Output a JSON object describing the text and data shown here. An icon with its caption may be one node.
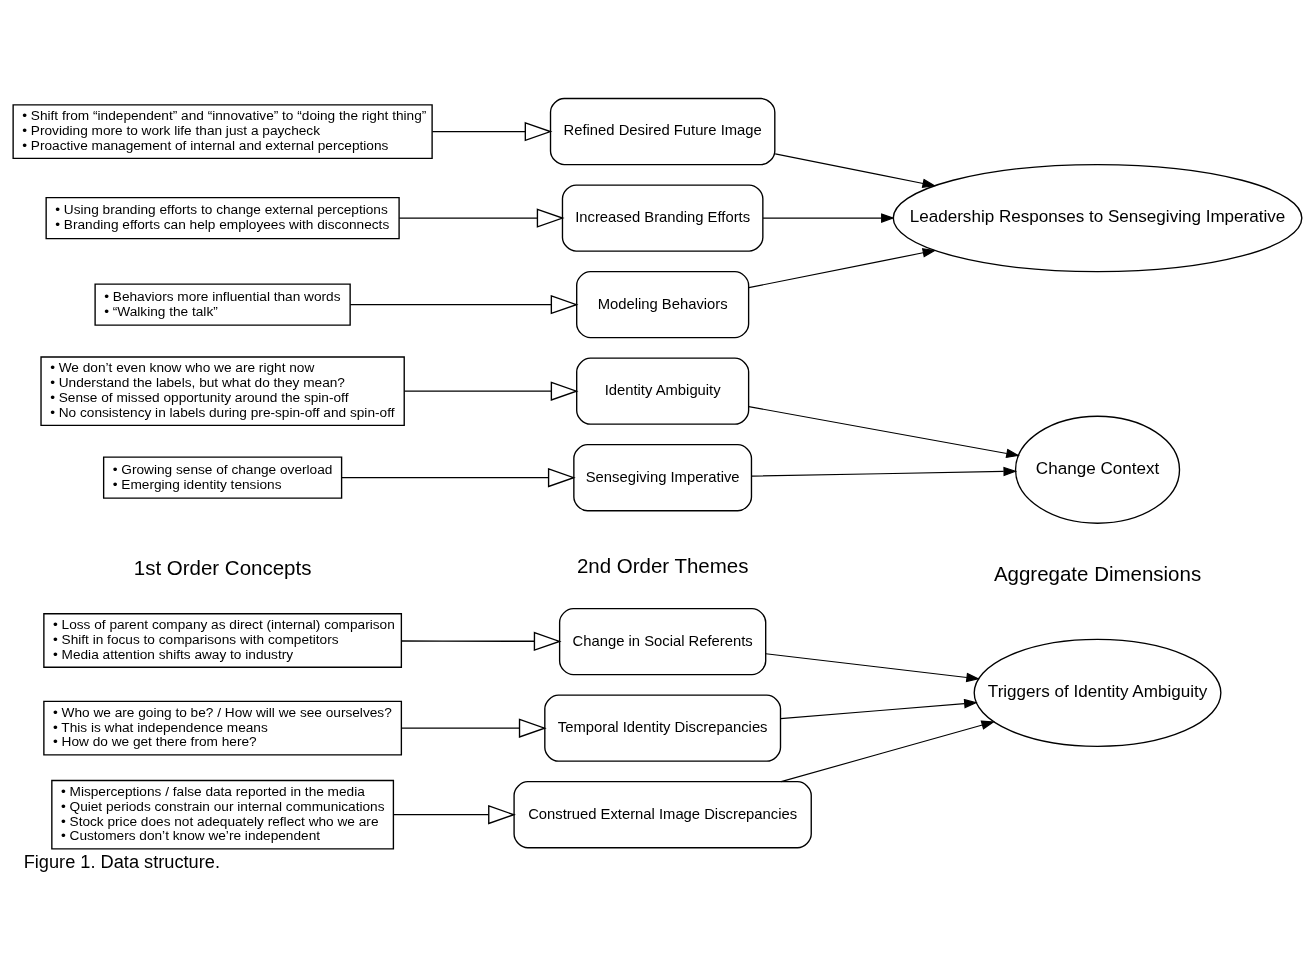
{
  "diagram": {
    "caption": "Figure 1. Data structure.",
    "nodes": [
      {
        "text": [
          "• Loss of parent company as direct (internal) comparison",
          "• Shift in focus to comparisons with competitors",
          "• Media attention shifts away to industry"
        ]
      },
      {
        "text": [
          "• Who we are going to be? / How will we see ourselves?",
          "• This is what independence means",
          "• How do we get there from here?"
        ]
      },
      {
        "text": [
          "• Misperceptions / false data reported in the media",
          "• Quiet periods constrain our internal communications",
          "• Stock price does not adequately reflect who we are",
          "• Customers don’t know we’re independent"
        ]
      },
      {
        "text": [
          "• We don’t even know who we are right now",
          "• Understand the labels, but what do they mean?",
          "• Sense of missed opportunity around the spin-off",
          "• No consistency in labels during pre-spin-off and spin-off"
        ]
      },
      {
        "text": [
          "• Growing sense of change overload",
          "• Emerging identity tensions"
        ]
      },
      {
        "text": [
          "• Shift from “independent” and “innovative” to “doing the right thing”",
          "• Providing more to work life than just a paycheck",
          "• Proactive management of internal and external perceptions"
        ]
      },
      {
        "text": [
          "• Using branding efforts to change external perceptions",
          "• Branding efforts can help employees with disconnects"
        ]
      },
      {
        "text": [
          "• Behaviors more influential than words",
          "• “Walking the talk”"
        ]
      },
      {
        "text": [
          "Change in Social Referents"
        ]
      },
      {
        "text": [
          "Temporal Identity Discrepancies"
        ]
      },
      {
        "text": [
          "Construed External Image Discrepancies"
        ]
      },
      {
        "text": [
          "Identity Ambiguity"
        ]
      },
      {
        "text": [
          "Sensegiving Imperative"
        ]
      },
      {
        "text": [
          "Refined Desired Future Image"
        ]
      },
      {
        "text": [
          "Increased Branding Efforts"
        ]
      },
      {
        "text": [
          "Modeling Behaviors"
        ]
      },
      {
        "text": [
          "Triggers of Identity Ambiguity"
        ]
      },
      {
        "text": [
          "Change Context"
        ]
      },
      {
        "text": [
          "Leadership Responses to Sensegiving Imperative"
        ]
      }
    ],
    "edges": [
      {
        "from": 0,
        "to": 8,
        "arrow": "to"
      },
      {
        "from": 1,
        "to": 9,
        "arrow": "to"
      },
      {
        "from": 2,
        "to": 10,
        "arrow": "to"
      },
      {
        "from": 3,
        "to": 11,
        "arrow": "to"
      },
      {
        "from": 4,
        "to": 12,
        "arrow": "to"
      },
      {
        "from": 5,
        "to": 13,
        "arrow": "to"
      },
      {
        "from": 6,
        "to": 14,
        "arrow": "to"
      },
      {
        "from": 7,
        "to": 15,
        "arrow": "to"
      },
      {
        "from": 8,
        "to": 16,
        "arrow": "to"
      },
      {
        "from": 9,
        "to": 16,
        "arrow": "to"
      },
      {
        "from": 10,
        "to": 16,
        "arrow": "to"
      },
      {
        "from": 11,
        "to": 17,
        "arrow": "to"
      },
      {
        "from": 12,
        "to": 17,
        "arrow": "to"
      },
      {
        "from": 13,
        "to": 18,
        "arrow": "to"
      },
      {
        "from": 14,
        "to": 18,
        "arrow": "to"
      },
      {
        "from": 15,
        "to": 18,
        "arrow": "to"
      }
    ],
    "labels": [
      "1st Order Concepts",
      "2nd Order Themes",
      "Aggregate Dimensions"
    ]
  }
}
